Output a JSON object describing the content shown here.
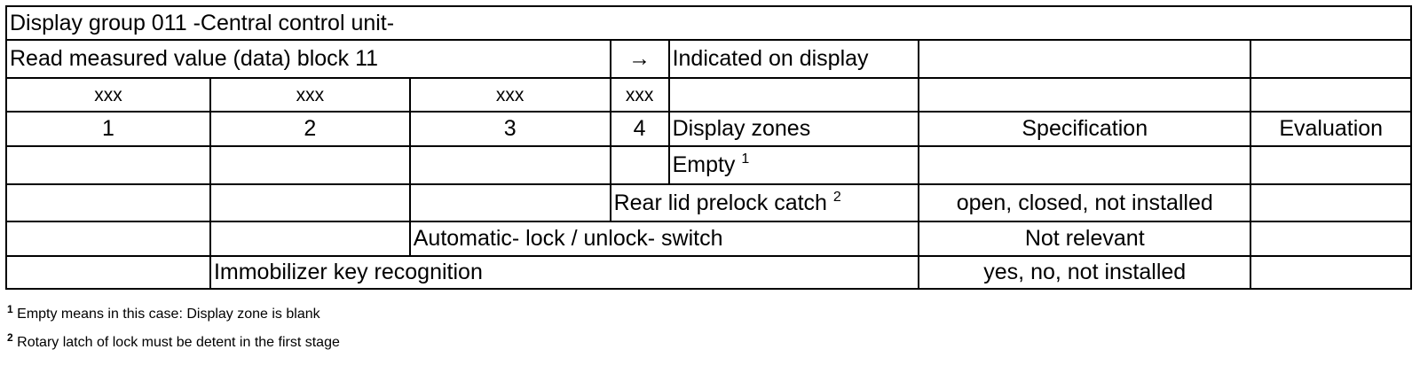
{
  "title": "Display group 011 -Central control unit-",
  "block_row": {
    "label": "Read measured value (data) block 11",
    "arrow": "→",
    "indicated": "Indicated on display"
  },
  "xxx_row": [
    "xxx",
    "xxx",
    "xxx",
    "xxx"
  ],
  "header_row": {
    "zones": [
      "1",
      "2",
      "3",
      "4"
    ],
    "display_zones": "Display zones",
    "specification": "Specification",
    "evaluation": "Evaluation"
  },
  "rows": [
    {
      "label": "Empty",
      "sup": "1",
      "specification": ""
    },
    {
      "label": "Rear lid prelock catch",
      "sup": "2",
      "specification": "open, closed, not installed"
    },
    {
      "label": "Automatic- lock / unlock- switch",
      "sup": "",
      "specification": "Not relevant"
    },
    {
      "label": "Immobilizer key recognition",
      "sup": "",
      "specification": "yes, no, not installed"
    }
  ],
  "footnotes": [
    {
      "mark": "1",
      "text": "Empty means in this case: Display zone is blank"
    },
    {
      "mark": "2",
      "text": "Rotary latch of lock must be detent in the first stage"
    }
  ]
}
